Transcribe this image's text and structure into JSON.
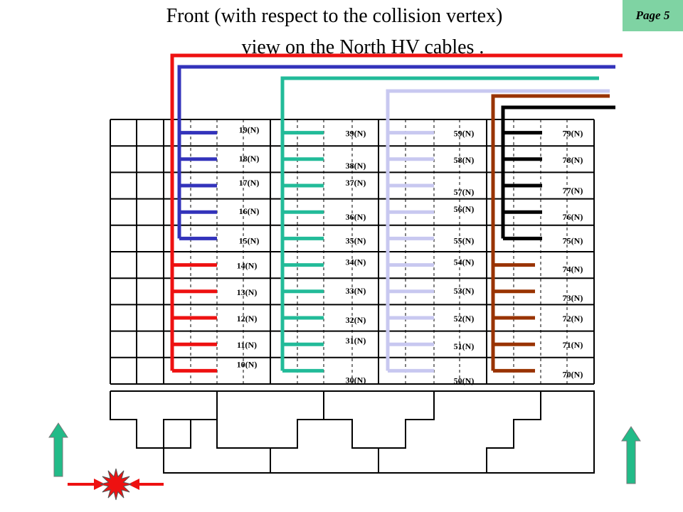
{
  "title": {
    "line1": "Front (with respect to the collision vertex)",
    "line2": "view on  the North HV cables ."
  },
  "page_badge": "Page 5",
  "colors": {
    "red": "#ee1111",
    "blue": "#3333bb",
    "green": "#22bb99",
    "lavender": "#c8c8f0",
    "brown": "#993300",
    "black": "#000000",
    "arrow_green": "#22bb88",
    "arrow_red": "#ee1111"
  },
  "cable_groups": [
    {
      "name": "red",
      "labels": [
        "14(N)",
        "13(N)",
        "12(N)",
        "11(N)",
        "10(N)"
      ]
    },
    {
      "name": "blue",
      "labels": [
        "19(N)",
        "18(N)",
        "17(N)",
        "16(N)",
        "15(N)"
      ]
    },
    {
      "name": "green",
      "labels": [
        "39(N)",
        "38(N)",
        "37(N)",
        "36(N)",
        "35(N)",
        "34(N)",
        "33(N)",
        "32(N)",
        "31(N)",
        "30(N)"
      ]
    },
    {
      "name": "lavender",
      "labels": [
        "59(N)",
        "58(N)",
        "57(N)",
        "56(N)",
        "55(N)",
        "54(N)",
        "53(N)",
        "52(N)",
        "51(N)",
        "50(N)"
      ]
    },
    {
      "name": "black",
      "labels": [
        "79(N)",
        "78(N)",
        "77(N)",
        "76(N)",
        "75(N)"
      ]
    },
    {
      "name": "brown",
      "labels": [
        "74(N)",
        "73(N)",
        "72(N)",
        "71(N)",
        "70(N)"
      ]
    }
  ]
}
